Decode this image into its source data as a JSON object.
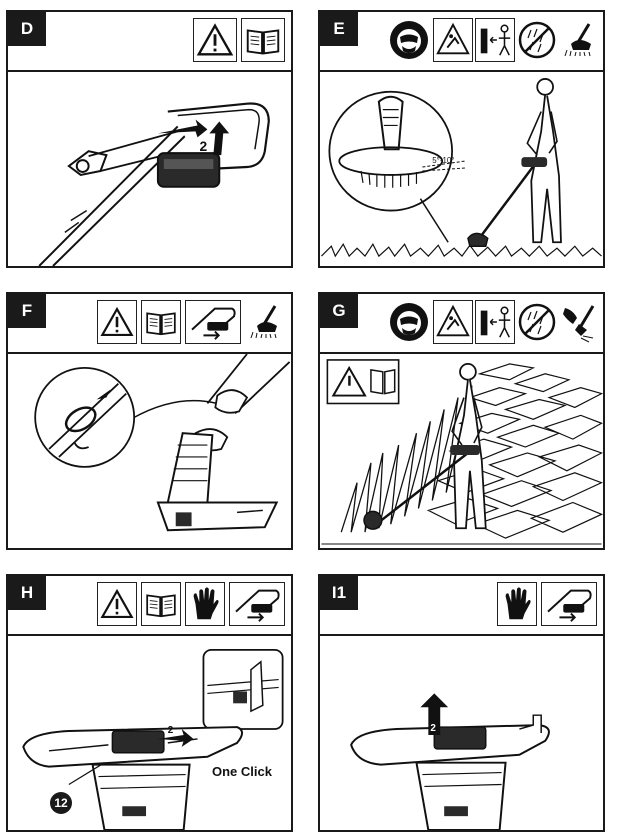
{
  "panels": [
    {
      "id": "D",
      "tag": "D",
      "icons": [
        "warning-icon",
        "manual-book-icon"
      ]
    },
    {
      "id": "E",
      "tag": "E",
      "icons": [
        "face-protection-icon",
        "flying-debris-warning-icon",
        "keep-bystanders-away-icon",
        "no-rain-icon",
        "trimmer-guard-icon"
      ],
      "angle_label": "5°-10°"
    },
    {
      "id": "F",
      "tag": "F",
      "icons": [
        "warning-icon",
        "manual-book-icon",
        "remove-battery-icon",
        "trimmer-guard-icon"
      ]
    },
    {
      "id": "G",
      "tag": "G",
      "icons": [
        "face-protection-icon",
        "flying-debris-warning-icon",
        "keep-bystanders-away-icon",
        "no-rain-icon",
        "edging-icon"
      ]
    },
    {
      "id": "H",
      "tag": "H",
      "icons": [
        "warning-icon",
        "manual-book-icon",
        "gloves-icon",
        "remove-battery-icon"
      ],
      "click_label": "One Click",
      "callout": "12",
      "arrow_label": "2"
    },
    {
      "id": "I1",
      "tag": "I1",
      "icons": [
        "gloves-icon",
        "remove-battery-icon"
      ],
      "arrow_label": "2"
    }
  ],
  "panel_d": {
    "arrow_label": "2"
  }
}
